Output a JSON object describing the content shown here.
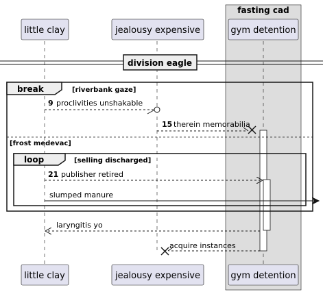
{
  "colors": {
    "participant_fill": "#e2e2f0",
    "participant_stroke": "#181818",
    "lifeline": "#181818",
    "box_fill": "#dddddd",
    "activation_fill": "#ffffff",
    "divider_fill": "#eeeeee"
  },
  "box": {
    "title": "fasting cad"
  },
  "participants": {
    "p1": {
      "label": "little clay"
    },
    "p2": {
      "label": "jealousy expensive"
    },
    "p3": {
      "label": "gym detention"
    }
  },
  "divider": {
    "label": "division eagle"
  },
  "break_frame": {
    "keyword": "break",
    "condition": "[riverbank gaze]",
    "else_condition": "[frost medevac]"
  },
  "loop_frame": {
    "keyword": "loop",
    "condition": "[selling discharged]"
  },
  "messages": {
    "m1": {
      "num": "9",
      "text": "proclivities unshakable"
    },
    "m2": {
      "num": "15",
      "text": "therein memorabilia"
    },
    "m3": {
      "num": "21",
      "text": "publisher retired"
    },
    "m4": {
      "text": "slumped manure"
    },
    "m5": {
      "text": "laryngitis yo"
    },
    "m6": {
      "text": "acquire instances"
    }
  }
}
